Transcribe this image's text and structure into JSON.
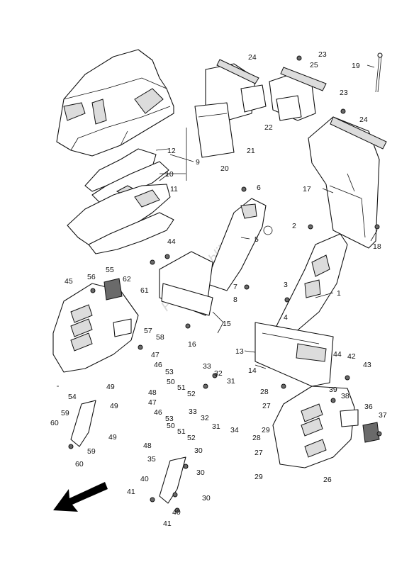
{
  "watermark": "PartsRepublik",
  "callouts": [
    "1",
    "2",
    "3",
    "4",
    "5",
    "6",
    "7",
    "8",
    "9",
    "10",
    "11",
    "12",
    "13",
    "14",
    "15",
    "16",
    "17",
    "18",
    "19",
    "20",
    "21",
    "22",
    "23",
    "23",
    "24",
    "24",
    "25",
    "26",
    "27",
    "27",
    "28",
    "28",
    "29",
    "29",
    "30",
    "30",
    "30",
    "31",
    "31",
    "32",
    "32",
    "33",
    "33",
    "34",
    "35",
    "36",
    "37",
    "38",
    "39",
    "40",
    "40",
    "41",
    "41",
    "42",
    "43",
    "44",
    "44",
    "45",
    "46",
    "46",
    "47",
    "47",
    "48",
    "48",
    "49",
    "49",
    "49",
    "50",
    "50",
    "51",
    "51",
    "52",
    "52",
    "53",
    "53",
    "54",
    "55",
    "56",
    "57",
    "58",
    "59",
    "59",
    "60",
    "60",
    "61",
    "62"
  ]
}
